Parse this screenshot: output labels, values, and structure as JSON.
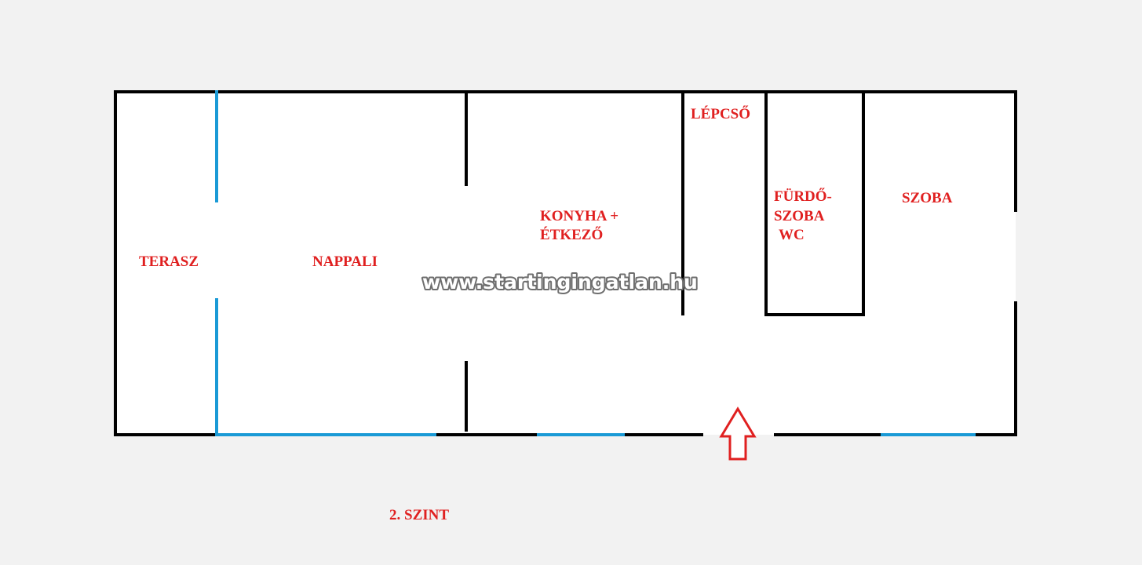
{
  "rooms": {
    "terasz": "TERASZ",
    "nappali": "NAPPALI",
    "konyha_line1": "KONYHA +",
    "konyha_line2": "ÉTKEZŐ",
    "lepcso": "LÉPCSŐ",
    "furdo_line1": "FÜRDŐ-",
    "furdo_line2": "SZOBA",
    "furdo_line3": "WC",
    "szoba": "SZOBA"
  },
  "watermark": "www.startingingatlan.hu",
  "level_label": "2. SZINT",
  "colors": {
    "background": "#f2f2f2",
    "floor": "#ffffff",
    "wall": "#000000",
    "window": "#1a9ad6",
    "label": "#e02020",
    "entrance_arrow": "#e02020"
  },
  "icons": {
    "entrance": "up-arrow-icon"
  }
}
